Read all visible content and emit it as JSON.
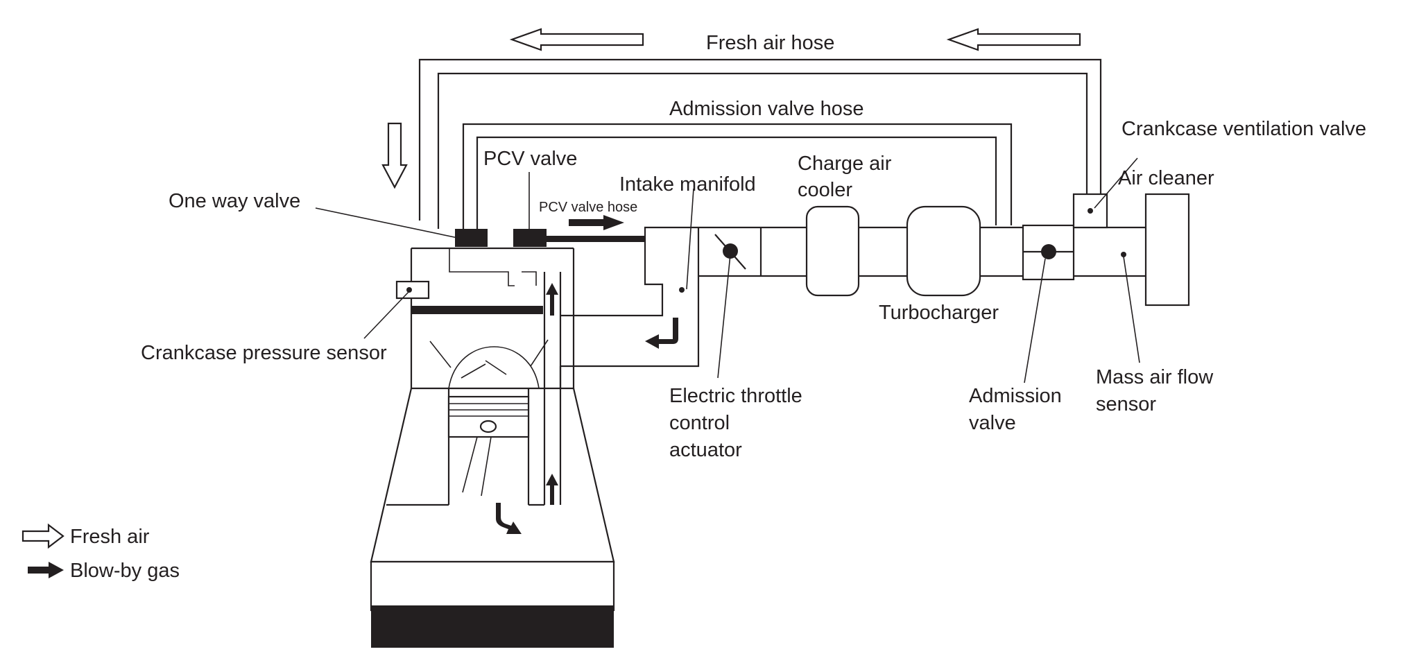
{
  "labels": {
    "fresh_air_hose": "Fresh air hose",
    "admission_valve_hose": "Admission valve hose",
    "crankcase_ventilation_valve": "Crankcase ventilation valve",
    "pcv_valve": "PCV valve",
    "charge_air_cooler": [
      "Charge air",
      "cooler"
    ],
    "intake_manifold": "Intake manifold",
    "air_cleaner": "Air cleaner",
    "one_way_valve": "One way valve",
    "pcv_valve_hose": "PCV valve hose",
    "turbocharger": "Turbocharger",
    "crankcase_pressure_sensor": "Crankcase pressure sensor",
    "electric_throttle_control_actuator": [
      "Electric throttle",
      "control",
      "actuator"
    ],
    "admission_valve": [
      "Admission",
      "valve"
    ],
    "mass_air_flow_sensor": [
      "Mass air flow",
      "sensor"
    ]
  },
  "legend": {
    "fresh_air": "Fresh air",
    "blow_by_gas": "Blow-by gas"
  },
  "colors": {
    "line": "#231f20",
    "background": "#ffffff"
  }
}
